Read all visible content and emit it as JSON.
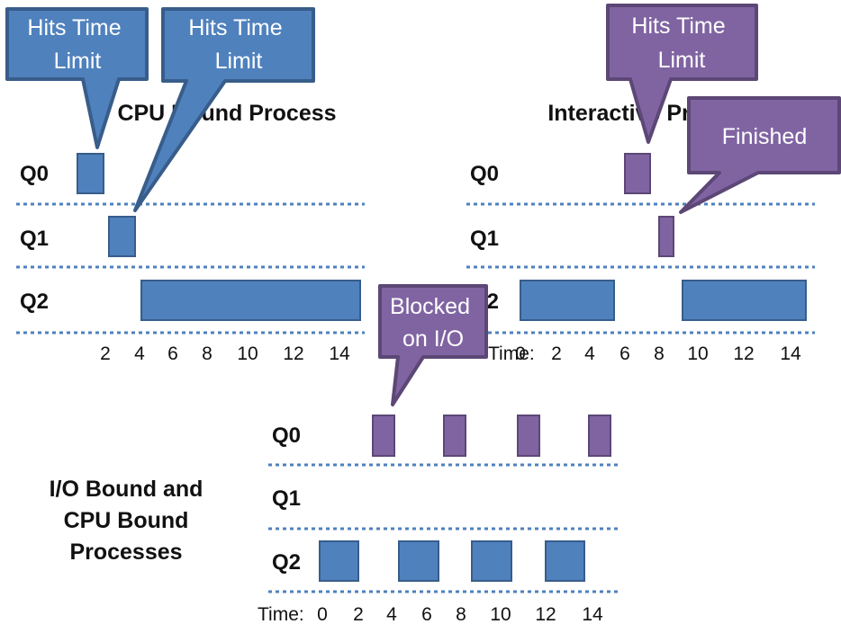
{
  "diagram": {
    "colors": {
      "cpu": "#4f81bd",
      "interactive": "#8064a2",
      "separator": "#4f81bd"
    },
    "queue_labels": [
      "Q0",
      "Q1",
      "Q2"
    ],
    "panels": {
      "cpu": {
        "title": "CPU Bound Process",
        "tick_labels": [
          "2",
          "4",
          "6",
          "8",
          "10",
          "12",
          "14"
        ],
        "callouts": [
          {
            "text": "Hits Time Limit"
          },
          {
            "text": "Hits Time Limit"
          }
        ]
      },
      "interactive": {
        "title": "Interactive Process",
        "time_label": "Time:",
        "tick_labels": [
          "0",
          "2",
          "4",
          "6",
          "8",
          "10",
          "12",
          "14"
        ],
        "callouts": [
          {
            "text": "Hits Time Limit"
          },
          {
            "text": "Finished"
          }
        ]
      },
      "mixed": {
        "title_lines": [
          "I/O Bound and",
          "CPU Bound",
          "Processes"
        ],
        "time_label": "Time:",
        "tick_labels": [
          "0",
          "2",
          "4",
          "6",
          "8",
          "10",
          "12",
          "14"
        ],
        "callouts": [
          {
            "text": "Blocked on I/O"
          }
        ]
      }
    }
  }
}
